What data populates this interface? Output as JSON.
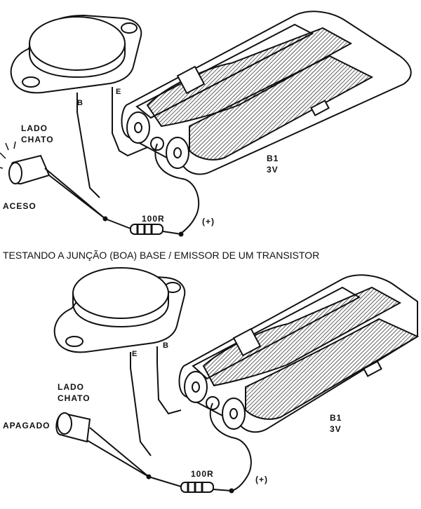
{
  "caption": "TESTANDO A JUNÇÃO (BOA) BASE / EMISSOR DE UM TRANSISTOR",
  "top": {
    "led_side": "LADO",
    "led_side2": "CHATO",
    "led_state": "ACESO",
    "lead_b": "B",
    "lead_e": "E",
    "resistor": "100R",
    "battery_name": "B1",
    "battery_volt": "3V",
    "plus": "(+)"
  },
  "bottom": {
    "led_side": "LADO",
    "led_side2": "CHATO",
    "led_state": "APAGADO",
    "lead_e": "E",
    "lead_b": "B",
    "resistor": "100R",
    "battery_name": "B1",
    "battery_volt": "3V",
    "plus": "(+)"
  },
  "colors": {
    "ink": "#111111",
    "paper": "#ffffff"
  }
}
